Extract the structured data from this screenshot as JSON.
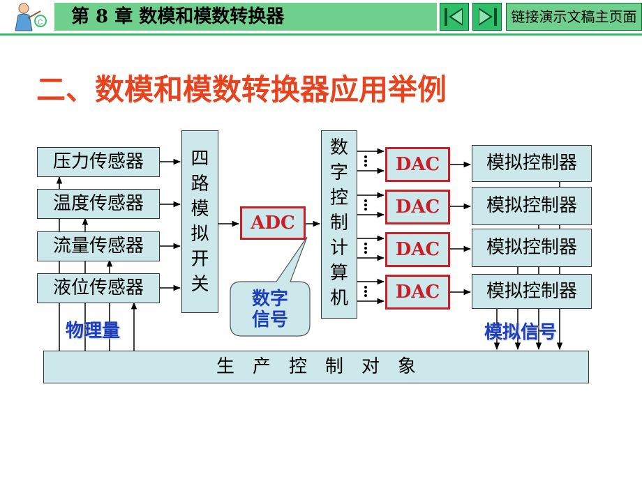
{
  "header": {
    "chapter_title": "第 8 章  数模和模数转换器",
    "link_label": "链接演示文稿主页面"
  },
  "section_title": "二、数模和模数转换器应用举例",
  "diagram": {
    "sensors": [
      "压力传感器",
      "温度传感器",
      "流量传感器",
      "液位传感器"
    ],
    "mux": [
      "四",
      "路",
      "模",
      "拟",
      "开",
      "关"
    ],
    "adc_label": "ADC",
    "computer": [
      "数",
      "字",
      "控",
      "制",
      "计",
      "算",
      "机"
    ],
    "dac_label": "DAC",
    "controller_label": "模拟控制器",
    "digital_signal": [
      "数字",
      "信号"
    ],
    "physical_quantity": "物理量",
    "analog_signal": "模拟信号",
    "plant": "生产控制对象"
  },
  "colors": {
    "title_red": "#e8431f",
    "label_blue": "#1f3fb8",
    "dac_red": "#c81e28",
    "box_fill": "#cce8ea",
    "header_green": "#6fd08d"
  }
}
